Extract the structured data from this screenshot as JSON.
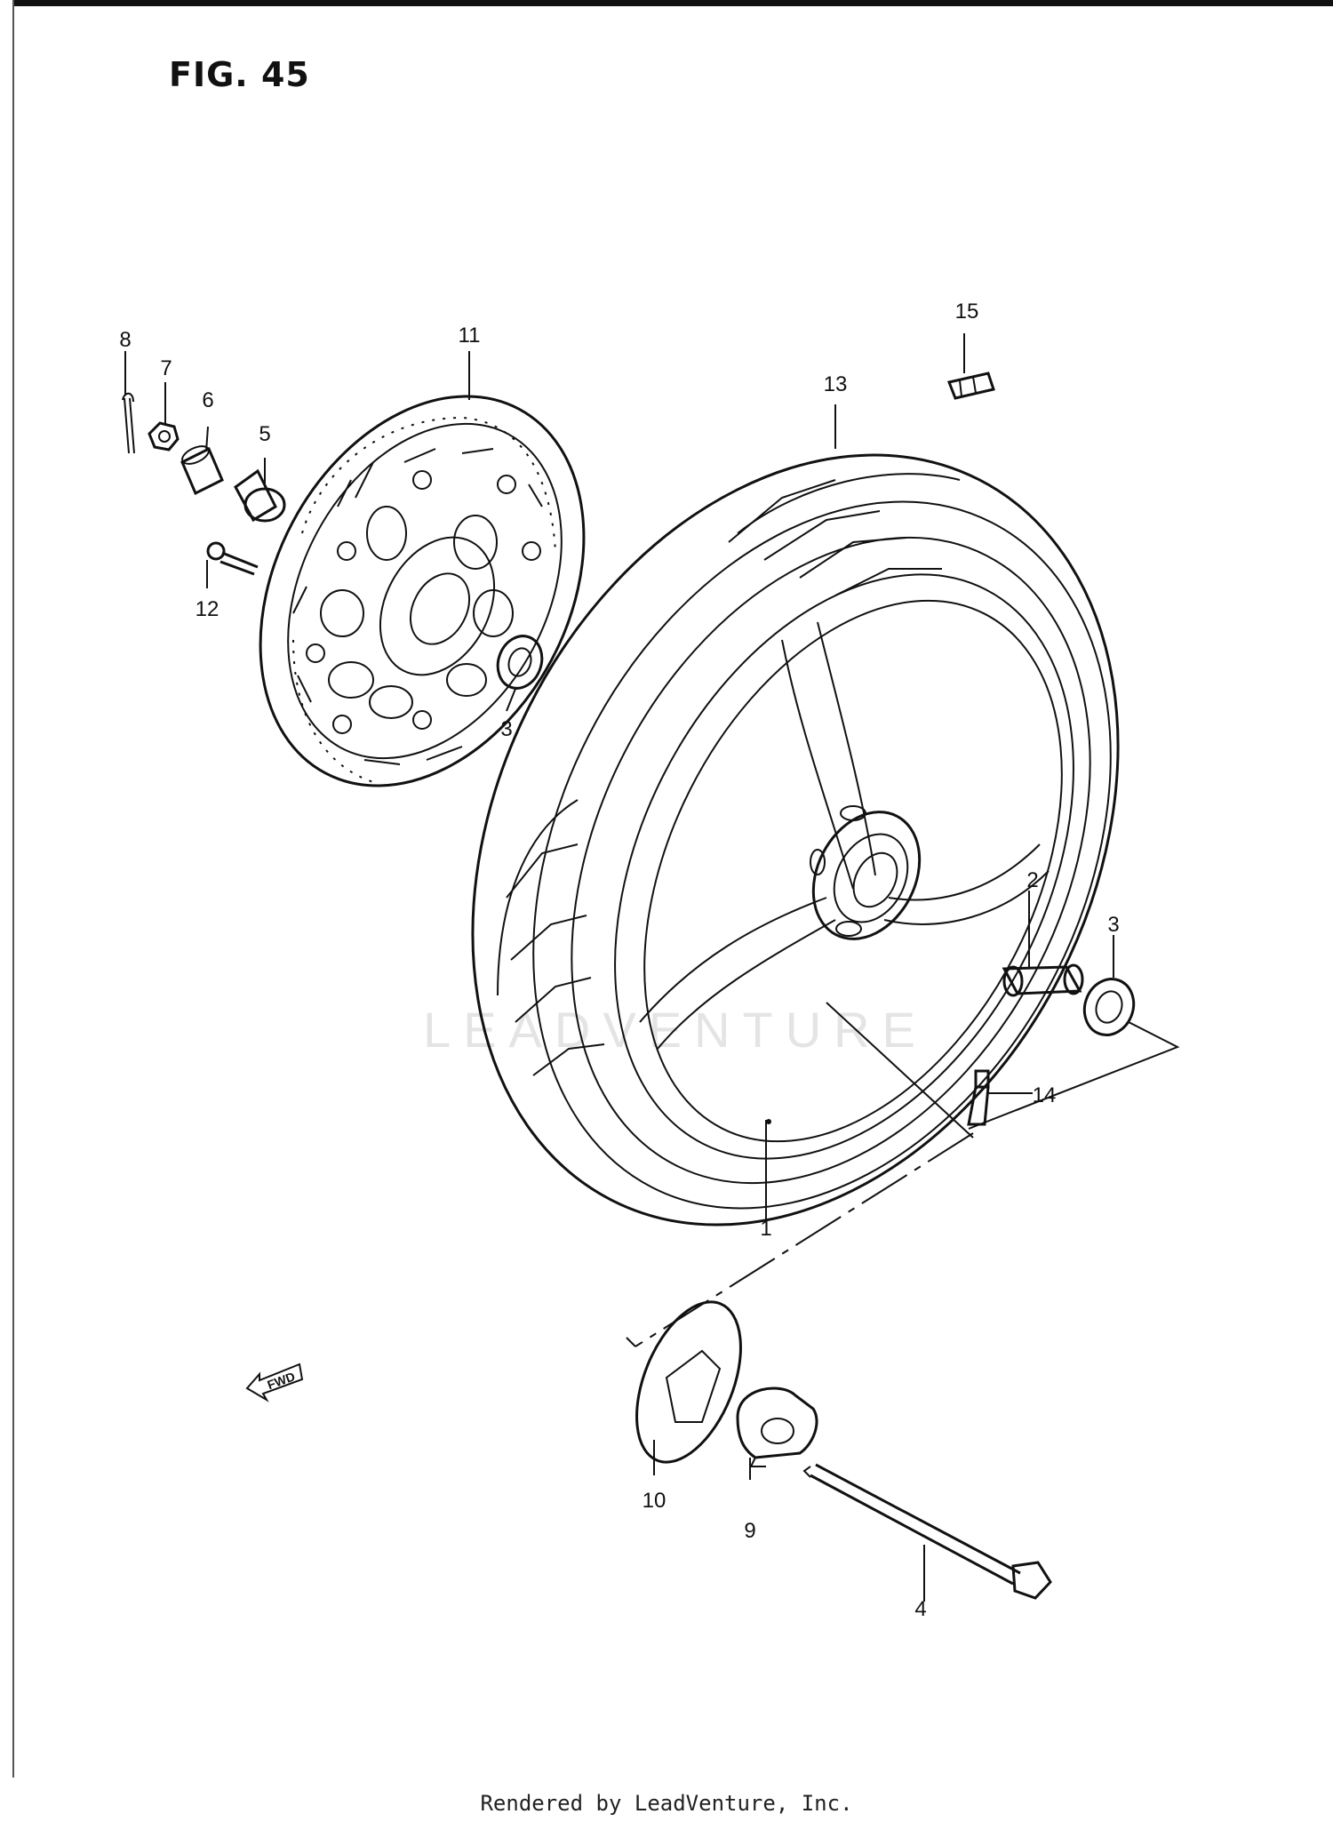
{
  "figure": {
    "title": "FIG. 45"
  },
  "watermark": {
    "text": "LEADVENTURE"
  },
  "fwd_arrow": {
    "label": "FWD"
  },
  "callouts": {
    "c1": "1",
    "c2": "2",
    "c3a": "3",
    "c3b": "3",
    "c4": "4",
    "c5": "5",
    "c6": "6",
    "c7": "7",
    "c8": "8",
    "c9": "9",
    "c10": "10",
    "c11": "11",
    "c12": "12",
    "c13": "13",
    "c14": "14",
    "c15": "15"
  },
  "footer": {
    "text": "Rendered by LeadVenture, Inc."
  }
}
